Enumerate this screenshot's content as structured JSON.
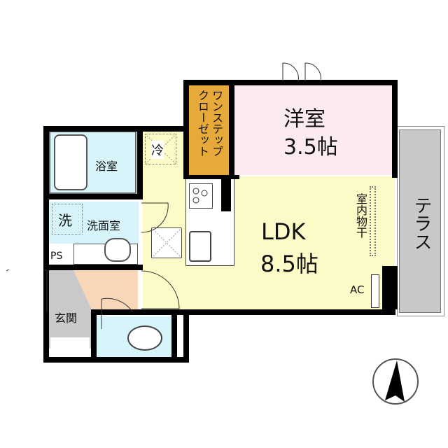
{
  "floorplan": {
    "rooms": {
      "western_room": {
        "name": "洋室",
        "size": "3.5帖",
        "color": "#fcebee"
      },
      "closet": {
        "name": "ワンステップクローゼット",
        "line1": "ワンステップ",
        "line2": "クローゼット",
        "color": "#e6a93a"
      },
      "ldk": {
        "name": "LDK",
        "size": "8.5帖",
        "color": "#fcfbc8"
      },
      "bathroom": {
        "name": "浴室",
        "color": "#d6f4f9"
      },
      "washroom": {
        "name": "洗面室",
        "color": "#d6f4f9"
      },
      "entrance": {
        "name": "玄関",
        "color": "#c9c9c9"
      },
      "hall": {
        "color": "#f8d7b8"
      },
      "toilet": {
        "color": "#d6f4f9"
      },
      "terrace": {
        "name": "テラス",
        "color": "#c8c8c8"
      }
    },
    "markers": {
      "fridge": "冷",
      "washer": "洗",
      "pipe_space": "PS",
      "air_conditioner": "AC",
      "indoor_drying": "室内物干"
    },
    "compass": {
      "direction": "north"
    }
  }
}
